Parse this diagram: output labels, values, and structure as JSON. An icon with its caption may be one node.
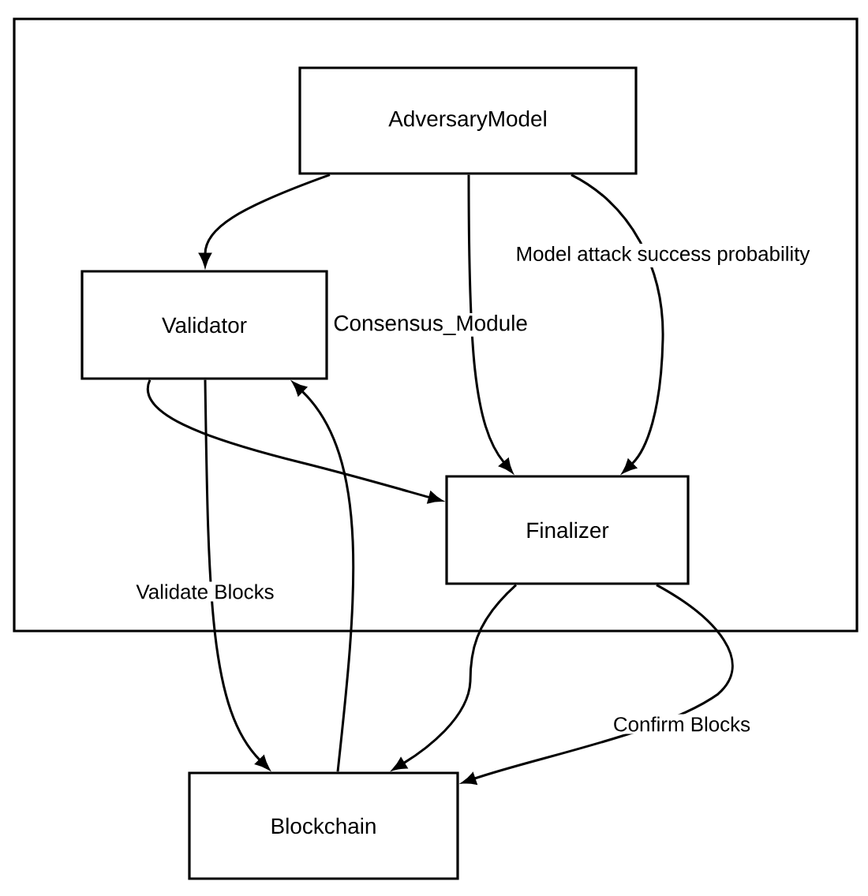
{
  "diagram": {
    "nodes": [
      {
        "text": [
          "Consensus_Module"
        ]
      },
      {
        "text": [
          "AdversaryModel"
        ],
        "in": 0
      },
      {
        "text": [
          "Validator"
        ],
        "in": 0
      },
      {
        "text": [
          "Finalizer"
        ],
        "in": 0
      },
      {
        "text": [
          "Blockchain"
        ]
      }
    ],
    "edges": [
      {
        "from": 1,
        "to": 2,
        "arrow": "to"
      },
      {
        "from": 1,
        "to": 3,
        "arrow": "to"
      },
      {
        "from": 1,
        "to": 3,
        "arrow": "to",
        "label": "Model attack success probability"
      },
      {
        "from": 2,
        "to": 3,
        "arrow": "to"
      },
      {
        "from": 2,
        "to": 4,
        "arrow": "to",
        "label": "Validate Blocks"
      },
      {
        "from": 4,
        "to": 2,
        "arrow": "to"
      },
      {
        "from": 3,
        "to": 4,
        "arrow": "to"
      },
      {
        "from": 3,
        "to": 4,
        "arrow": "to",
        "label": "Confirm Blocks"
      }
    ]
  }
}
